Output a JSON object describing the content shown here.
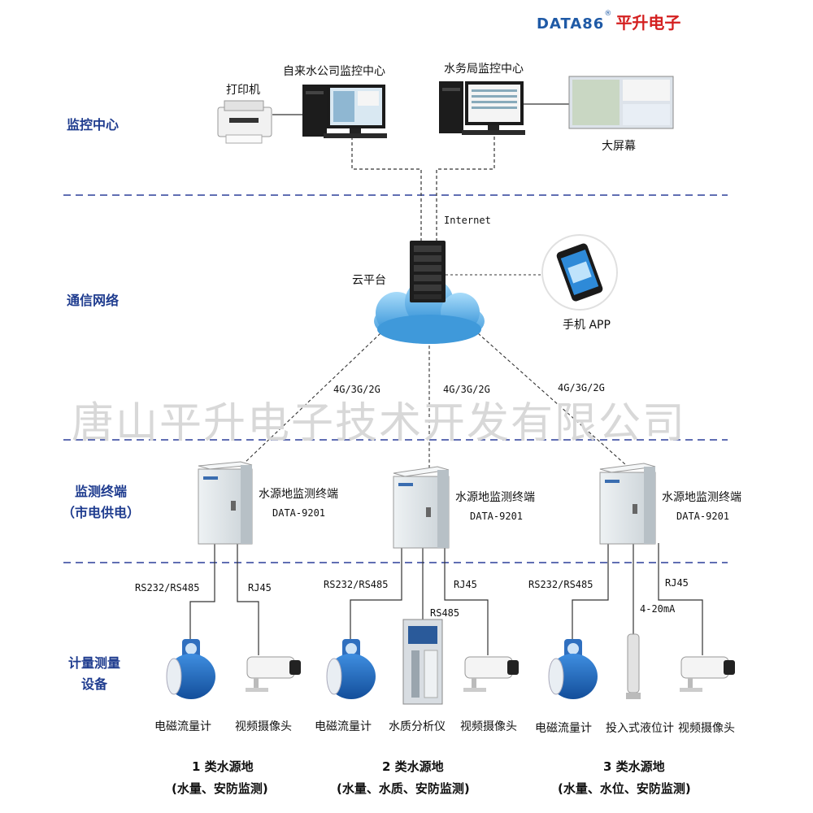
{
  "brand": {
    "logo_en": "DATA86",
    "logo_cn": "平升电子",
    "registered": "®"
  },
  "watermark": "唐山平升电子技术开发有限公司",
  "sections": {
    "monitoring_center": "监控中心",
    "network": "通信网络",
    "terminal_line1": "监测终端",
    "terminal_line2": "（市电供电）",
    "measurement_line1": "计量测量",
    "measurement_line2": "设备"
  },
  "top": {
    "printer": "打印机",
    "water_company": "自来水公司监控中心",
    "water_bureau": "水务局监控中心",
    "big_screen": "大屏幕"
  },
  "network": {
    "internet": "Internet",
    "cloud": "云平台",
    "app": "手机 APP",
    "link_label": "4G/3G/2G"
  },
  "terminals": [
    {
      "name": "水源地监测终端",
      "model": "DATA-9201"
    },
    {
      "name": "水源地监测终端",
      "model": "DATA-9201"
    },
    {
      "name": "水源地监测终端",
      "model": "DATA-9201"
    }
  ],
  "interfaces": {
    "rs232_485": "RS232/RS485",
    "rj45": "RJ45",
    "rs485": "RS485",
    "ma": "4-20mA"
  },
  "devices": {
    "flowmeter": "电磁流量计",
    "camera": "视频摄像头",
    "analyzer": "水质分析仪",
    "level_meter": "投入式液位计"
  },
  "categories": [
    {
      "title": "1 类水源地",
      "sub": "(水量、安防监测)"
    },
    {
      "title": "2 类水源地",
      "sub": "(水量、水质、安防监测)"
    },
    {
      "title": "3 类水源地",
      "sub": "(水量、水位、安防监测)"
    }
  ],
  "colors": {
    "section_text": "#1f3c8f",
    "divider": "#2b3f9a",
    "logo_blue": "#1f5aa6",
    "logo_red": "#d42020",
    "flowmeter_blue": "#1e63b8",
    "cloud": "#4aa3e0"
  }
}
